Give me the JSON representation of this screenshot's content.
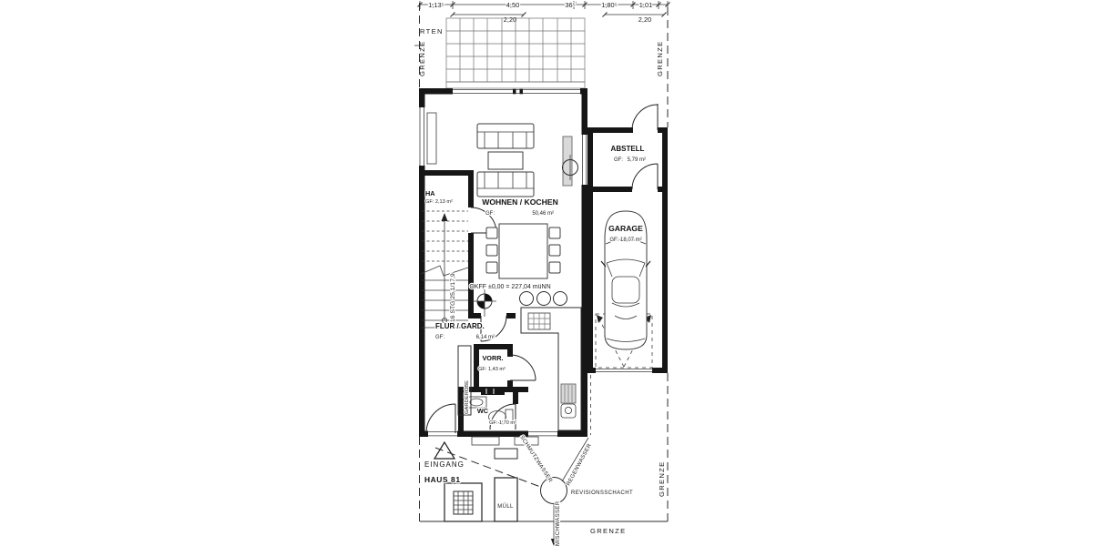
{
  "plan": {
    "dims": {
      "row1": [
        "1,13⁵",
        "4,50",
        "36⁵",
        "1,80⁵",
        "1,01"
      ],
      "row2": [
        "2,20",
        "2,20"
      ]
    },
    "boundary": {
      "grenze": "GRENZE",
      "garten_partial": "RTEN"
    },
    "level": {
      "okff": "OKFF ±0,00 = 227,04 müNN"
    },
    "stairs": {
      "label": "16 STG 25,1/17,9"
    },
    "rooms": {
      "ha": {
        "name": "HA",
        "area": "GF: 2,13 m²"
      },
      "wohnen": {
        "name": "WOHNEN / KOCHEN",
        "gf": "GF:",
        "area": "50,46 m²"
      },
      "flur": {
        "name": "FLUR / GARD.",
        "gf": "GF:",
        "area": "6,14 m²"
      },
      "vorr": {
        "name": "VORR.",
        "area": "GF: 1,43 m²"
      },
      "wc": {
        "name": "WC",
        "area": "GF: 1,70 m²"
      },
      "garderobe": "GARDEROBE",
      "abstell": {
        "name": "ABSTELL",
        "gf": "GF:",
        "area": "5,79 m²"
      },
      "garage": {
        "name": "GARAGE",
        "area": "GF: 18,07 m²"
      }
    },
    "site": {
      "eingang": "EINGANG",
      "haus": "HAUS 81",
      "muell": "MÜLL",
      "revisionsschacht": "REVISIONSSCHACHT",
      "schmutzwasser": "SCHMUTZWASSER",
      "regenwasser": "REGENWASSER",
      "mischwasser": "MISCHWASSER"
    }
  }
}
